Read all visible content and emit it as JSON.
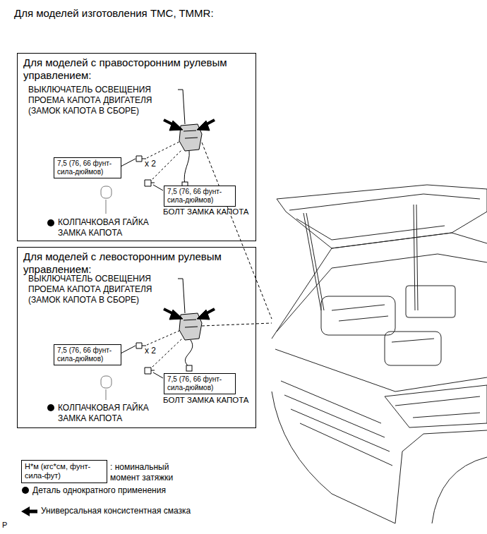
{
  "diagram": {
    "title": "Для моделей изготовления TMC, TMMR:",
    "nodes": [
      {
        "text": [
          "Для моделей с правосторонним рулевым управлением:"
        ]
      },
      {
        "text": [
          "7,5 (76, 66 фунт-сила-дюймов)"
        ],
        "in": 0
      },
      {
        "text": [
          "7,5 (76, 66 фунт-сила-дюймов)"
        ],
        "in": 0
      },
      {
        "text": [
          "Для моделей с левосторонним рулевым управлением:"
        ]
      },
      {
        "text": [
          "7,5 (76, 66 фунт-сила-дюймов)"
        ],
        "in": 3
      },
      {
        "text": [
          "7,5 (76, 66 фунт-сила-дюймов)"
        ],
        "in": 3
      },
      {
        "text": [
          "Н*м (кгс*см, фунт-сила-фут)"
        ]
      }
    ],
    "labels": [
      "ВЫКЛЮЧАТЕЛЬ ОСВЕЩЕНИЯ ПРОЕМА КАПОТА ДВИГАТЕЛЯ (ЗАМОК КАПОТА В СБОРЕ)",
      "x 2",
      "БОЛТ ЗАМКА КАПОТА",
      "КОЛПАЧКОВАЯ ГАЙКА ЗАМКА КАПОТА",
      "ВЫКЛЮЧАТЕЛЬ ОСВЕЩЕНИЯ ПРОЕМА КАПОТА ДВИГАТЕЛЯ (ЗАМОК КАПОТА В СБОРЕ)",
      "x 2",
      "БОЛТ ЗАМКА КАПОТА",
      "КОЛПАЧКОВАЯ ГАЙКА ЗАМКА КАПОТА",
      "P"
    ],
    "legend": [
      {
        "text": ": номинальный момент затяжки"
      },
      {
        "text": "Деталь однократного применения"
      },
      {
        "text": "Универсальная консистентная смазка"
      }
    ]
  }
}
